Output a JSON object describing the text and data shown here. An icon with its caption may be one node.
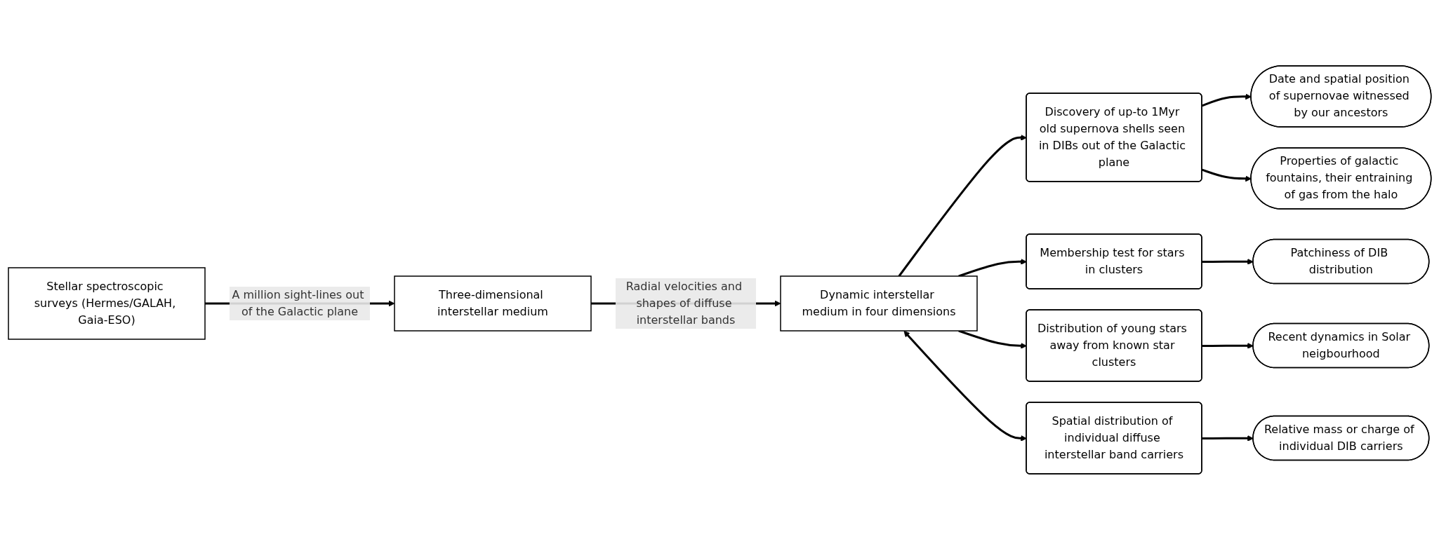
{
  "diagram": {
    "nodes": [
      {
        "text": [
          "Stellar spectroscopic surveys (Hermes/GALAH, Gaia-ESO)"
        ]
      },
      {
        "text": [
          "Three-dimensional interstellar medium"
        ]
      },
      {
        "text": [
          "Dynamic interstellar medium in four dimensions"
        ]
      },
      {
        "text": [
          "Discovery of up-to 1Myr old supernova shells seen in DIBs out of the Galactic plane"
        ]
      },
      {
        "text": [
          "Membership test for stars in clusters"
        ]
      },
      {
        "text": [
          "Distribution of young stars away from known star clusters"
        ]
      },
      {
        "text": [
          "Spatial distribution of individual diffuse interstellar band carriers"
        ]
      },
      {
        "text": [
          "Date and spatial position of supernovae witnessed by our ancestors"
        ]
      },
      {
        "text": [
          "Properties of galactic fountains, their entraining of gas from the halo"
        ]
      },
      {
        "text": [
          "Patchiness of DIB distribution"
        ]
      },
      {
        "text": [
          "Recent dynamics in Solar neigbourhood"
        ]
      },
      {
        "text": [
          "Relative mass or charge of individual DIB carriers"
        ]
      }
    ],
    "edges": [
      {
        "from": 0,
        "to": 1,
        "arrow": "to",
        "label": "A million sight-lines out of the Galactic plane"
      },
      {
        "from": 1,
        "to": 2,
        "arrow": "to",
        "label": "Radial velocities and shapes of diffuse interstellar bands"
      },
      {
        "from": 2,
        "to": 3,
        "arrow": "to"
      },
      {
        "from": 2,
        "to": 4,
        "arrow": "to"
      },
      {
        "from": 2,
        "to": 5,
        "arrow": "to"
      },
      {
        "from": 2,
        "to": 6,
        "arrow": "both"
      },
      {
        "from": 3,
        "to": 7,
        "arrow": "to"
      },
      {
        "from": 3,
        "to": 8,
        "arrow": "to"
      },
      {
        "from": 4,
        "to": 9,
        "arrow": "to"
      },
      {
        "from": 5,
        "to": 10,
        "arrow": "to"
      },
      {
        "from": 6,
        "to": 11,
        "arrow": "to"
      }
    ]
  }
}
